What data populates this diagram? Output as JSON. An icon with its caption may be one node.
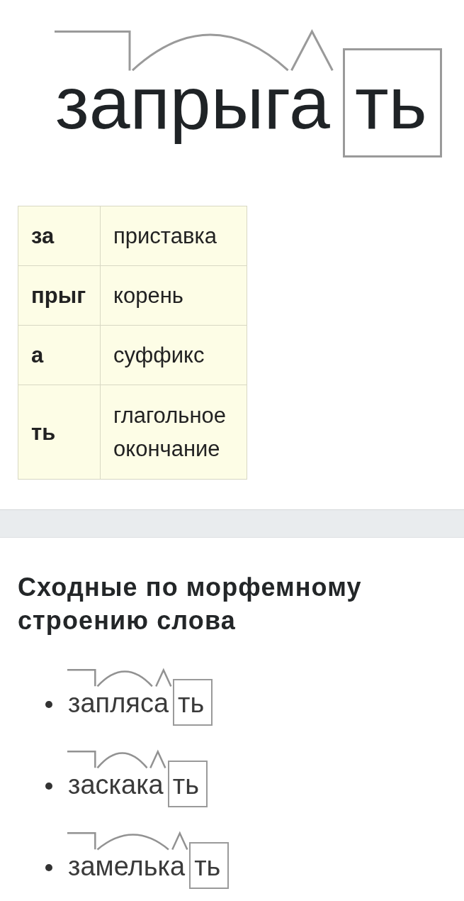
{
  "diagram": {
    "nodes": [
      {
        "text": [
          "ть"
        ],
        "beside": [
          "запрыга"
        ]
      },
      {
        "text": [],
        "shape": "bar"
      },
      {
        "text": [
          "ть"
        ],
        "beside": [
          "запляса"
        ]
      },
      {
        "text": [
          "ть"
        ],
        "beside": [
          "заскака"
        ]
      },
      {
        "text": [
          "ть"
        ],
        "beside": [
          "замелька"
        ]
      }
    ],
    "labels": [
      "за",
      "приставка",
      "прыг",
      "корень",
      "а",
      "суффикс",
      "ть",
      "глагольное окончание",
      "Сходные по морфемному строению слова"
    ]
  }
}
